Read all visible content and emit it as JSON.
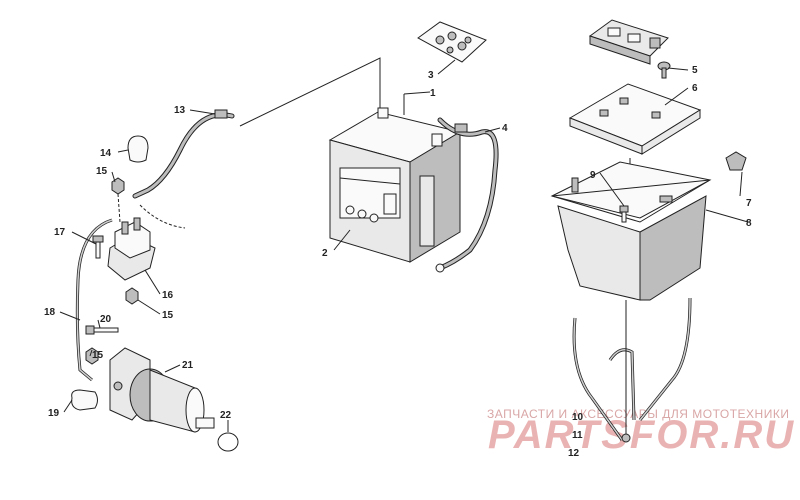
{
  "callouts": [
    {
      "id": "1",
      "text": "1"
    },
    {
      "id": "2",
      "text": "2"
    },
    {
      "id": "3",
      "text": "3"
    },
    {
      "id": "4",
      "text": "4"
    },
    {
      "id": "5",
      "text": "5"
    },
    {
      "id": "6",
      "text": "6"
    },
    {
      "id": "7",
      "text": "7"
    },
    {
      "id": "8",
      "text": "8"
    },
    {
      "id": "9",
      "text": "9"
    },
    {
      "id": "10",
      "text": "10"
    },
    {
      "id": "11",
      "text": "11"
    },
    {
      "id": "12",
      "text": "12"
    },
    {
      "id": "13",
      "text": "13"
    },
    {
      "id": "14",
      "text": "14"
    },
    {
      "id": "15a",
      "text": "15"
    },
    {
      "id": "15b",
      "text": "15"
    },
    {
      "id": "15c",
      "text": "15"
    },
    {
      "id": "16",
      "text": "16"
    },
    {
      "id": "17",
      "text": "17"
    },
    {
      "id": "18",
      "text": "18"
    },
    {
      "id": "19",
      "text": "19"
    },
    {
      "id": "20",
      "text": "20"
    },
    {
      "id": "21",
      "text": "21"
    },
    {
      "id": "22",
      "text": "22"
    }
  ],
  "watermark": {
    "tagline": "ЗАПЧАСТИ И АКСЕССУАРЫ ДЛЯ МОТОТЕХНИКИ",
    "brand": "PARTSFOR.RU"
  },
  "colors": {
    "line": "#222222",
    "part_fill": "#e9e9e9",
    "watermark": "#eab3b3"
  }
}
